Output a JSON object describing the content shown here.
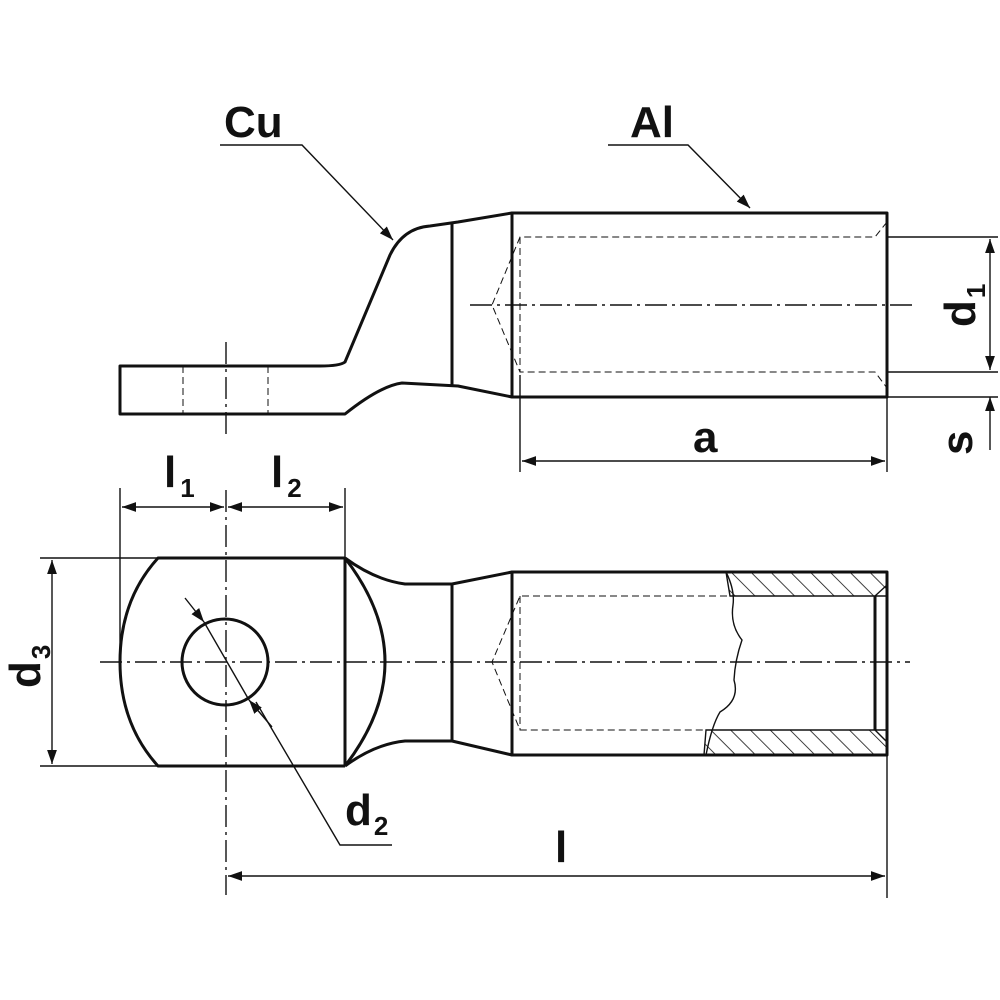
{
  "labels": {
    "cu": "Cu",
    "al": "Al",
    "a": "a",
    "d1": "d",
    "d1_sub": "1",
    "s": "s",
    "l1": "l",
    "l1_sub": "1",
    "l2": "l",
    "l2_sub": "2",
    "d3": "d",
    "d3_sub": "3",
    "d2": "d",
    "d2_sub": "2",
    "l": "l"
  }
}
